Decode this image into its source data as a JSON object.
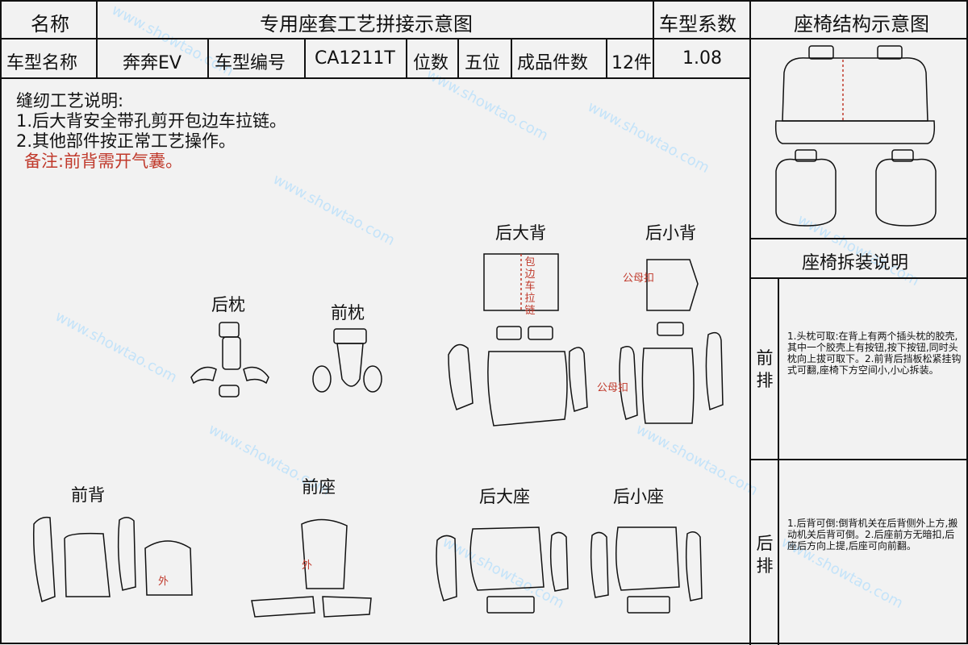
{
  "header": {
    "name_label": "名称",
    "title": "专用座套工艺拼接示意图",
    "coef_label": "车型系数",
    "structure_title": "座椅结构示意图"
  },
  "info_row": {
    "model_name_label": "车型名称",
    "model_name": "奔奔EV",
    "model_code_label": "车型编号",
    "model_code": "CA1211T",
    "seats_label": "位数",
    "seats_value": "五位",
    "pieces_label": "成品件数",
    "pieces_value": "12件",
    "coef_value": "1.08"
  },
  "notes": {
    "heading": "缝纫工艺说明:",
    "item1": "1.后大背安全带孔剪开包边车拉链。",
    "item2": "2.其他部件按正常工艺操作。",
    "remark": "备注:前背需开气囊。"
  },
  "pieces": {
    "rear_headrest": "后枕",
    "front_headrest": "前枕",
    "rear_big_back": "后大背",
    "rear_small_back": "后小背",
    "front_back": "前背",
    "front_seat": "前座",
    "rear_big_seat": "后大座",
    "rear_small_seat": "后小座"
  },
  "annotations": {
    "zipper_vertical": "包边车拉链",
    "snap1": "公母扣",
    "snap2": "公母扣",
    "outer1": "外",
    "outer2": "外"
  },
  "install": {
    "title": "座椅拆装说明",
    "front_tag": "前排",
    "front_text": "1.头枕可取:在背上有两个插头枕的胶壳,其中一个胶壳上有按钮,按下按钮,同时头枕向上拔可取下。2.前背后挡板松紧挂钩式可翻,座椅下方空间小,小心拆装。",
    "rear_tag": "后排",
    "rear_text": "1.后背可倒:倒背机关在后背侧外上方,搬动机关后背可倒。2.后座前方无暗扣,后座后方向上提,后座可向前翻。"
  },
  "colors": {
    "line": "#111111",
    "accent_red": "#c0392b",
    "background": "#f2f2f2",
    "watermark": "#9fd8ff"
  }
}
